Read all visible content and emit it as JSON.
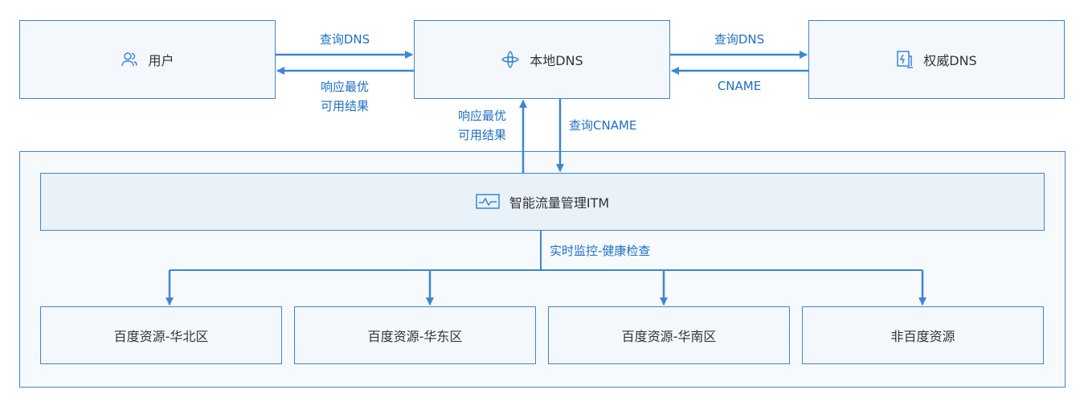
{
  "nodes": {
    "user": "用户",
    "local_dns": "本地DNS",
    "auth_dns": "权威DNS",
    "itm": "智能流量管理ITM",
    "res_north": "百度资源-华北区",
    "res_east": "百度资源-华东区",
    "res_south": "百度资源-华南区",
    "res_other": "非百度资源"
  },
  "edges": {
    "user_to_local": "查询DNS",
    "local_to_user_1": "响应最优",
    "local_to_user_2": "可用结果",
    "local_to_auth": "查询DNS",
    "auth_to_local": "CNAME",
    "itm_to_local_1": "响应最优",
    "itm_to_local_2": "可用结果",
    "local_to_itm": "查询CNAME",
    "itm_to_resources": "实时监控-健康检查"
  },
  "icons": {
    "user": "user-icon",
    "local_dns": "dns-target-icon",
    "auth_dns": "authority-icon",
    "itm": "monitor-icon"
  },
  "colors": {
    "accent": "#3b86d6",
    "label": "#1f6fc4",
    "box_fill": "#f4f8fc"
  }
}
